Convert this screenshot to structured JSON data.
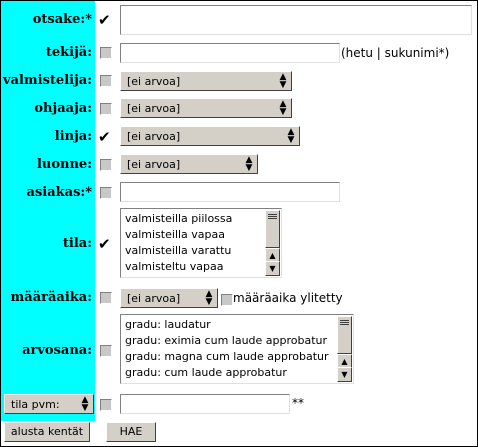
{
  "rows": {
    "otsake": {
      "label": "otsake:*",
      "checked": true
    },
    "tekija": {
      "label": "tekijä:",
      "checked": false,
      "hint": "(hetu | sukunimi*)"
    },
    "valmistelija": {
      "label": "valmistelija:",
      "checked": false,
      "value": "[ei arvoa]"
    },
    "ohjaaja": {
      "label": "ohjaaja:",
      "checked": false,
      "value": "[ei arvoa]"
    },
    "linja": {
      "label": "linja:",
      "checked": true,
      "value": "[ei arvoa]"
    },
    "luonne": {
      "label": "luonne:",
      "checked": false,
      "value": "[ei arvoa]"
    },
    "asiakas": {
      "label": "asiakas:*",
      "checked": false
    },
    "tila": {
      "label": "tila:",
      "checked": true,
      "items": [
        "valmisteilla piilossa",
        "valmisteilla vapaa",
        "valmisteilla varattu",
        "valmisteltu vapaa"
      ]
    },
    "maaraaika": {
      "label": "määräaika:",
      "checked": false,
      "value": "[ei arvoa]",
      "extra": "määräaika ylitetty"
    },
    "arvosana": {
      "label": "arvosana:",
      "checked": false,
      "items": [
        "gradu: laudatur",
        "gradu: eximia cum laude approbatur",
        "gradu: magna cum laude approbatur",
        "gradu: cum laude approbatur"
      ]
    },
    "tila_pvm": {
      "select": "tila pvm:",
      "checked": false,
      "suffix": "**"
    }
  },
  "buttons": {
    "reset": "alusta kentät",
    "search": "HAE"
  },
  "tick_glyph": "✔"
}
